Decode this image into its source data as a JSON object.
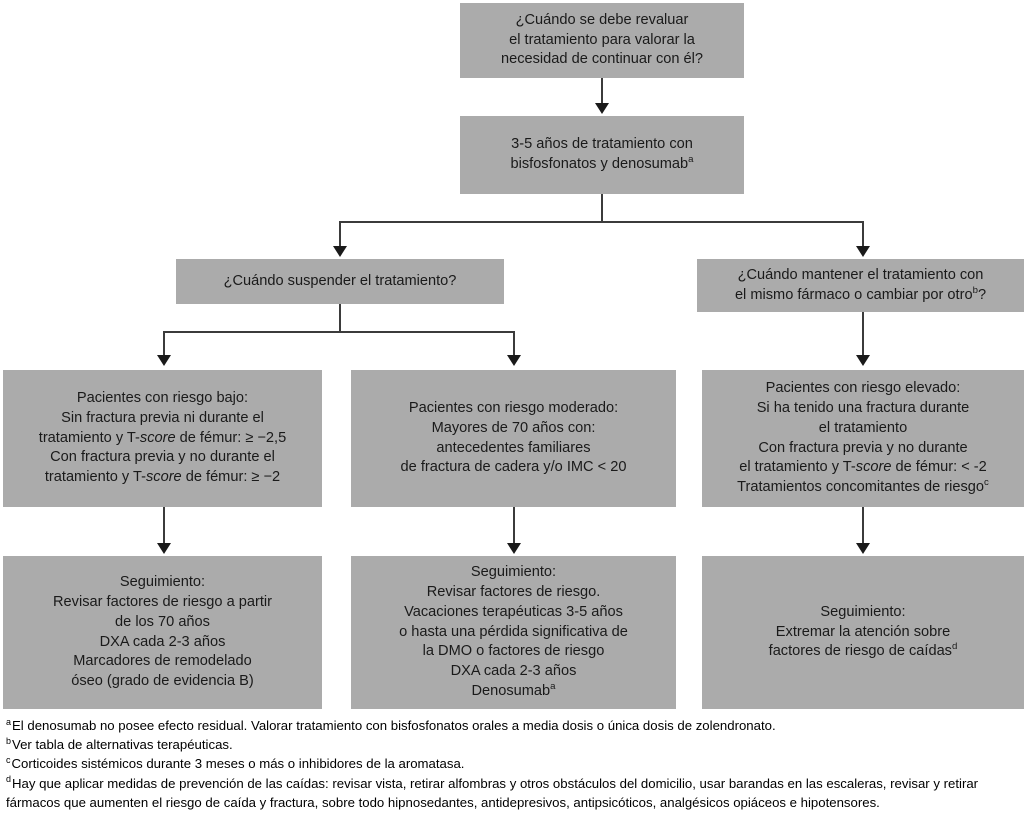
{
  "figure": {
    "type": "flowchart",
    "title_box": {
      "id": "root-question",
      "lines": [
        "¿Cuándo se debe revaluar",
        "el tratamiento para valorar la",
        "necesidad de continuar con él?"
      ]
    },
    "nodes": [
      {
        "id": "duration",
        "lines": [
          "3-5 años de tratamiento con",
          "bisfosfonatos y denosumab@a"
        ]
      },
      {
        "id": "suspend-question",
        "lines": [
          "¿Cuándo suspender el tratamiento?"
        ]
      },
      {
        "id": "maintain-question",
        "lines": [
          "¿Cuándo mantener el tratamiento con",
          "el mismo fármaco o cambiar por otro@b?"
        ]
      },
      {
        "id": "risk-low",
        "lines": [
          "Pacientes con riesgo bajo:",
          "Sin fractura previa ni durante el",
          "tratamiento y T-#score# de fémur: ≥ −2,5",
          "Con fractura previa y no durante el",
          "tratamiento y T-#score# de fémur: ≥ −2"
        ]
      },
      {
        "id": "risk-moderate",
        "lines": [
          "Pacientes con riesgo moderado:",
          "Mayores de 70 años con:",
          "antecedentes familiares",
          "de fractura de cadera y/o IMC < 20"
        ]
      },
      {
        "id": "risk-high",
        "lines": [
          "Pacientes con riesgo elevado:",
          "Si ha tenido una fractura durante",
          "el tratamiento",
          "Con fractura previa y no durante",
          "el tratamiento y T-#score# de fémur: < -2",
          "Tratamientos concomitantes de riesgo@c"
        ]
      },
      {
        "id": "followup-low",
        "lines": [
          "Seguimiento:",
          "Revisar factores de riesgo a partir",
          "de los 70 años",
          "DXA cada 2-3 años",
          "Marcadores de remodelado",
          "óseo (grado de evidencia B)"
        ]
      },
      {
        "id": "followup-moderate",
        "lines": [
          "Seguimiento:",
          "Revisar factores de riesgo.",
          "Vacaciones terapéuticas 3-5 años",
          "o hasta una pérdida significativa de",
          "la DMO o factores de riesgo",
          "DXA cada 2-3 años",
          "Denosumab@a"
        ]
      },
      {
        "id": "followup-high",
        "lines": [
          "Seguimiento:",
          "Extremar la atención sobre",
          "factores de riesgo de caídas@d"
        ]
      }
    ],
    "footnotes": [
      {
        "marker": "a",
        "text": "El denosumab no posee efecto residual. Valorar tratamiento con bisfosfonatos orales a media dosis o única dosis de zolendronato."
      },
      {
        "marker": "b",
        "text": "Ver tabla de alternativas terapéuticas."
      },
      {
        "marker": "c",
        "text": "Corticoides sistémicos durante 3 meses o más o inhibidores de la aromatasa."
      },
      {
        "marker": "d",
        "text": "Hay que aplicar medidas de prevención de las caídas: revisar vista, retirar alfombras y otros obstáculos del domicilio, usar barandas en las escaleras, revisar y retirar fármacos que aumenten el riesgo de caída y fractura, sobre todo hipnosedantes, antidepresivos, antipsicóticos, analgésicos opiáceos e hipotensores."
      }
    ],
    "colors": {
      "box_fill": "#ababab",
      "connector": "#3b3b3b",
      "text": "#1a1a1a",
      "background": "#ffffff"
    }
  }
}
